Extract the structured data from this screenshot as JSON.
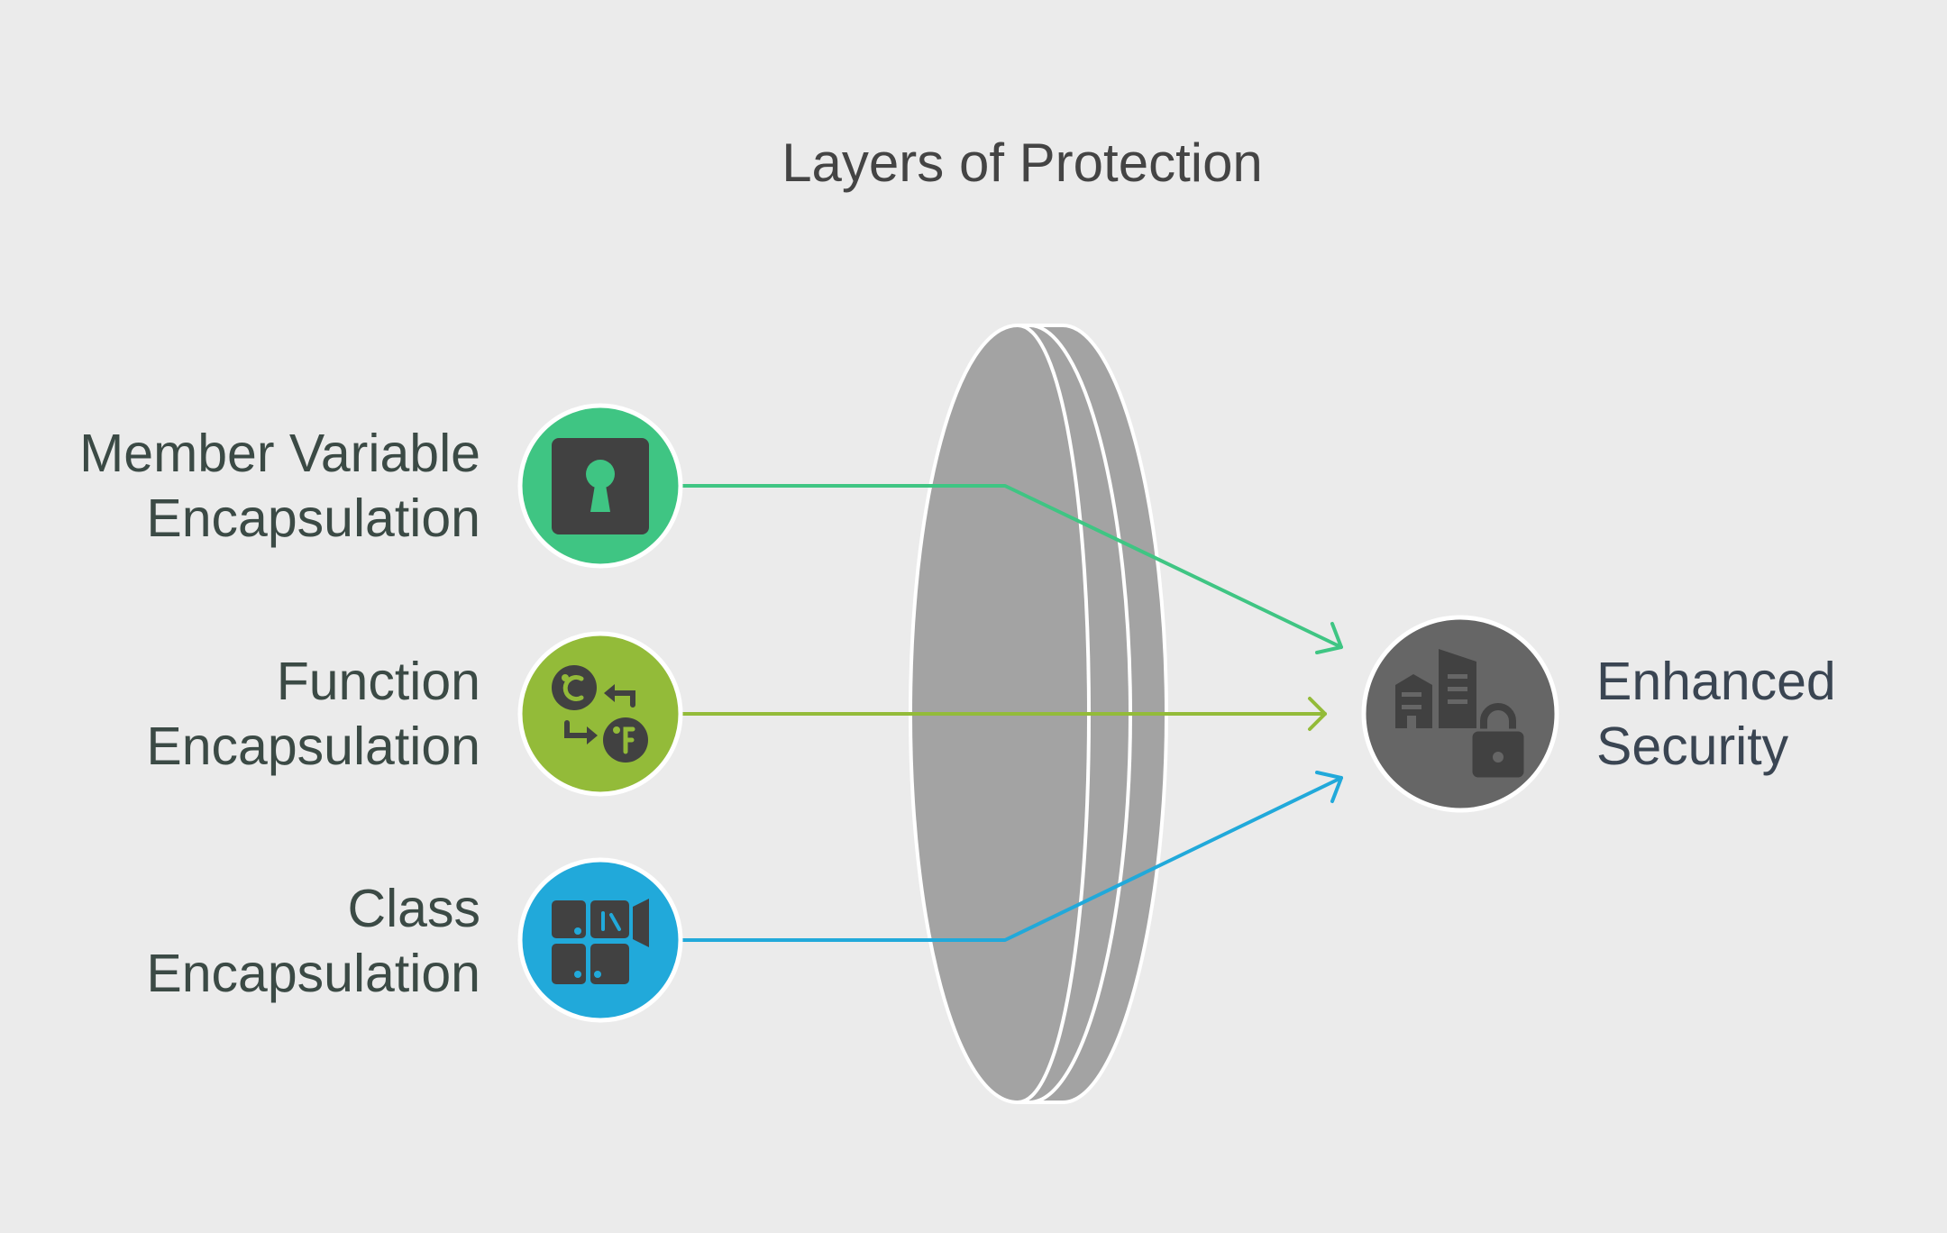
{
  "diagram": {
    "title": "Layers of Protection",
    "inputs": [
      {
        "line1": "Member Variable",
        "line2": "Encapsulation",
        "icon": "keyhole-icon",
        "color": "#3fc583"
      },
      {
        "line1": "Function",
        "line2": "Encapsulation",
        "icon": "function-flow-icon",
        "color": "#93bb39"
      },
      {
        "line1": "Class",
        "line2": "Encapsulation",
        "icon": "class-blocks-icon",
        "color": "#21a9da"
      }
    ],
    "output": {
      "line1": "Enhanced",
      "line2": "Security",
      "icon": "secure-buildings-icon",
      "color": "#666666"
    },
    "lens_color": "#a3a3a3",
    "icon_dark": "#414141"
  }
}
